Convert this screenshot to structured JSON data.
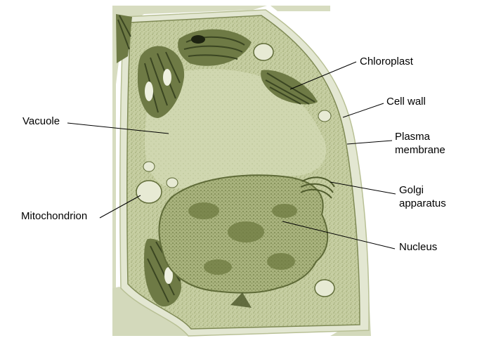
{
  "labels": {
    "chloroplast": "Chloroplast",
    "cell_wall": "Cell wall",
    "plasma_membrane_1": "Plasma",
    "plasma_membrane_2": "membrane",
    "vacuole": "Vacuole",
    "golgi_1": "Golgi",
    "golgi_2": "apparatus",
    "mitochondrion": "Mitochondrion",
    "nucleus": "Nucleus"
  },
  "colors": {
    "background": "#ffffff",
    "cytoplasm": "#c3cc9e",
    "vacuole": "#cfd6ad",
    "cell_wall": "#e5e8d6",
    "nucleus": "#a6b07a",
    "chromatin": "#707d45",
    "chloroplast": "#6e7a45",
    "thylakoid": "#3b4622",
    "starch": "#eef0e0",
    "leader_line": "#000000"
  }
}
